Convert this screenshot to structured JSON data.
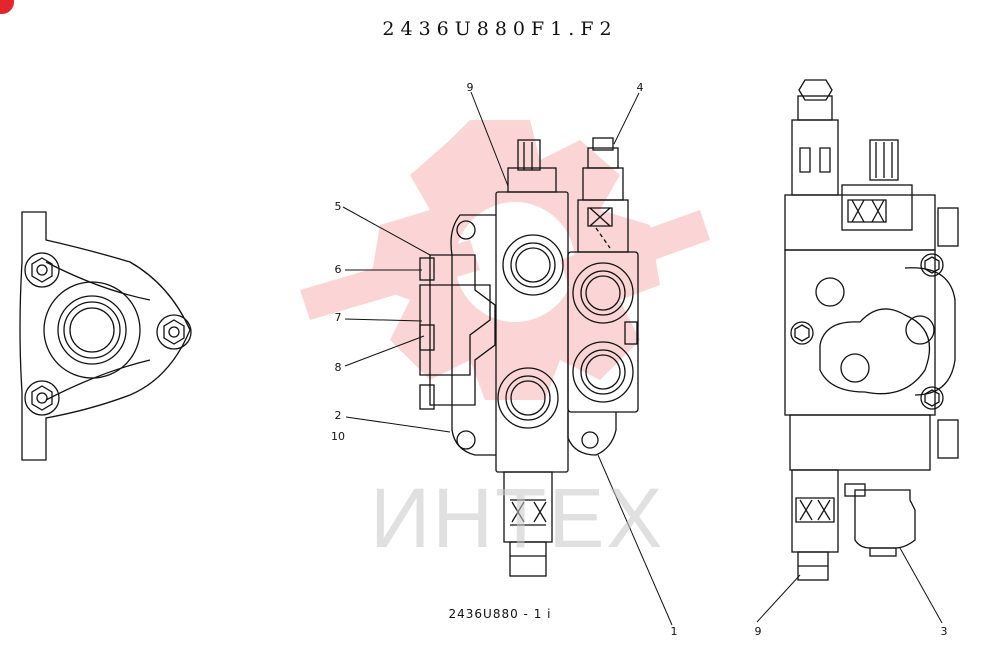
{
  "header": {
    "title": "2436U880F1.F2"
  },
  "footer": {
    "caption": "2436U880 - 1 i"
  },
  "watermark": {
    "text": "ИНТЕХ",
    "color": "#f26b6b"
  },
  "colors": {
    "accent_dot": "#e3262d",
    "line": "#111111"
  },
  "callouts": {
    "c9_top": "9",
    "c4": "4",
    "c5": "5",
    "c6": "6",
    "c7": "7",
    "c8": "8",
    "c2": "2",
    "c10": "10",
    "c1": "1",
    "c9_bottom": "9",
    "c3": "3"
  }
}
